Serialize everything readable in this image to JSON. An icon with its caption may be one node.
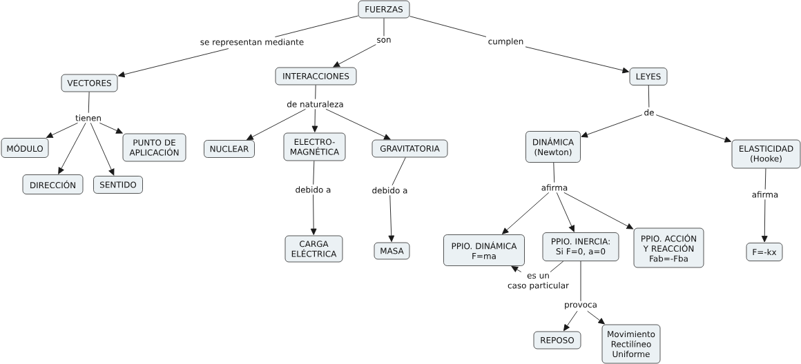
{
  "diagram": {
    "nodes": [
      {
        "text": [
          "FUERZAS"
        ]
      },
      {
        "text": [
          "se representan mediante"
        ]
      },
      {
        "text": [
          "son"
        ]
      },
      {
        "text": [
          "cumplen"
        ]
      },
      {
        "text": [
          "VECTORES"
        ]
      },
      {
        "text": [
          "INTERACCIONES"
        ]
      },
      {
        "text": [
          "LEYES"
        ]
      },
      {
        "text": [
          "tienen"
        ]
      },
      {
        "text": [
          "de naturaleza"
        ]
      },
      {
        "text": [
          "de"
        ]
      },
      {
        "text": [
          "MÓDULO"
        ]
      },
      {
        "text": [
          "PUNTO DE APLICACIÓN"
        ]
      },
      {
        "text": [
          "DIRECCIÓN"
        ]
      },
      {
        "text": [
          "SENTIDO"
        ]
      },
      {
        "text": [
          "NUCLEAR"
        ]
      },
      {
        "text": [
          "ELECTRO- MAGNÉTICA"
        ]
      },
      {
        "text": [
          "GRAVITATORIA"
        ]
      },
      {
        "text": [
          "debido a"
        ]
      },
      {
        "text": [
          "debido a"
        ]
      },
      {
        "text": [
          "CARGA ELÉCTRICA"
        ]
      },
      {
        "text": [
          "MASA"
        ]
      },
      {
        "text": [
          "DINÁMICA (Newton)"
        ]
      },
      {
        "text": [
          "ELASTICIDAD (Hooke)"
        ]
      },
      {
        "text": [
          "afirma"
        ]
      },
      {
        "text": [
          "afirma"
        ]
      },
      {
        "text": [
          "PPIO. DINÁMICA F=ma"
        ]
      },
      {
        "text": [
          "PPIO. INERCIA: Si F=0, a=0"
        ]
      },
      {
        "text": [
          "PPIO. ACCIÓN Y REACCIÓN Fab=-Fba"
        ]
      },
      {
        "text": [
          "F=-kx"
        ]
      },
      {
        "text": [
          "es un caso particular"
        ]
      },
      {
        "text": [
          "provoca"
        ]
      },
      {
        "text": [
          "REPOSO"
        ]
      },
      {
        "text": [
          "Movimiento Rectilíneo Uniforme"
        ]
      }
    ],
    "edges": [
      {
        "from": 0,
        "to": 1,
        "arrow": "none"
      },
      {
        "from": 1,
        "to": 4,
        "arrow": "to"
      },
      {
        "from": 0,
        "to": 2,
        "arrow": "none"
      },
      {
        "from": 2,
        "to": 5,
        "arrow": "to"
      },
      {
        "from": 0,
        "to": 3,
        "arrow": "none"
      },
      {
        "from": 3,
        "to": 6,
        "arrow": "to"
      },
      {
        "from": 4,
        "to": 7,
        "arrow": "none"
      },
      {
        "from": 7,
        "to": 10,
        "arrow": "to"
      },
      {
        "from": 7,
        "to": 12,
        "arrow": "to"
      },
      {
        "from": 7,
        "to": 13,
        "arrow": "to"
      },
      {
        "from": 7,
        "to": 11,
        "arrow": "to"
      },
      {
        "from": 5,
        "to": 8,
        "arrow": "none"
      },
      {
        "from": 8,
        "to": 14,
        "arrow": "to"
      },
      {
        "from": 8,
        "to": 15,
        "arrow": "to"
      },
      {
        "from": 8,
        "to": 16,
        "arrow": "to"
      },
      {
        "from": 15,
        "to": 17,
        "arrow": "none"
      },
      {
        "from": 17,
        "to": 19,
        "arrow": "to"
      },
      {
        "from": 16,
        "to": 18,
        "arrow": "none"
      },
      {
        "from": 18,
        "to": 20,
        "arrow": "to"
      },
      {
        "from": 6,
        "to": 9,
        "arrow": "none"
      },
      {
        "from": 9,
        "to": 21,
        "arrow": "to"
      },
      {
        "from": 9,
        "to": 22,
        "arrow": "to"
      },
      {
        "from": 21,
        "to": 23,
        "arrow": "none"
      },
      {
        "from": 23,
        "to": 25,
        "arrow": "to"
      },
      {
        "from": 23,
        "to": 26,
        "arrow": "to"
      },
      {
        "from": 23,
        "to": 27,
        "arrow": "to"
      },
      {
        "from": 22,
        "to": 24,
        "arrow": "none"
      },
      {
        "from": 24,
        "to": 28,
        "arrow": "to"
      },
      {
        "from": 26,
        "to": 29,
        "arrow": "none"
      },
      {
        "from": 29,
        "to": 25,
        "arrow": "to"
      },
      {
        "from": 26,
        "to": 30,
        "arrow": "none"
      },
      {
        "from": 30,
        "to": 31,
        "arrow": "to"
      },
      {
        "from": 30,
        "to": 32,
        "arrow": "to"
      }
    ]
  }
}
